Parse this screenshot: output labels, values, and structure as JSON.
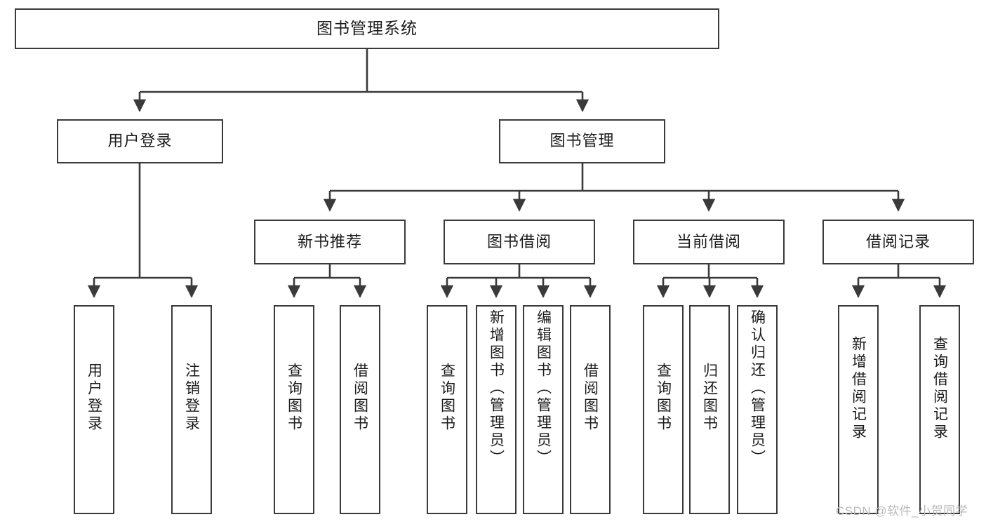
{
  "diagram": {
    "type": "tree-hierarchy-chart",
    "title": "图书管理系统",
    "line_color": "#3a3a3a",
    "box_fill": "#ffffff",
    "text_color": "#1b1b1b",
    "levels": [
      {
        "level": 1,
        "nodes": [
          {
            "id": "root",
            "label": "图书管理系统",
            "orientation": "horizontal"
          }
        ]
      },
      {
        "level": 2,
        "nodes": [
          {
            "id": "user-login",
            "label": "用户登录",
            "orientation": "horizontal"
          },
          {
            "id": "book-manage",
            "label": "图书管理",
            "orientation": "horizontal"
          }
        ]
      },
      {
        "level": 3,
        "nodes": [
          {
            "id": "new-book-rec",
            "label": "新书推荐",
            "orientation": "horizontal"
          },
          {
            "id": "book-borrow",
            "label": "图书借阅",
            "orientation": "horizontal"
          },
          {
            "id": "current-borrow",
            "label": "当前借阅",
            "orientation": "horizontal"
          },
          {
            "id": "borrow-record",
            "label": "借阅记录",
            "orientation": "horizontal"
          }
        ]
      },
      {
        "level": 4,
        "nodes": [
          {
            "id": "leaf-user-login",
            "label": "用户登录",
            "orientation": "vertical",
            "parent": "user-login"
          },
          {
            "id": "leaf-logout",
            "label": "注销登录",
            "orientation": "vertical",
            "parent": "user-login"
          },
          {
            "id": "leaf-query-book-1",
            "label": "查询图书",
            "orientation": "vertical",
            "parent": "new-book-rec"
          },
          {
            "id": "leaf-borrow-book-1",
            "label": "借阅图书",
            "orientation": "vertical",
            "parent": "new-book-rec"
          },
          {
            "id": "leaf-query-book-2",
            "label": "查询图书",
            "orientation": "vertical",
            "parent": "book-borrow"
          },
          {
            "id": "leaf-add-book",
            "label": "新增图书（管理员）",
            "orientation": "vertical",
            "parent": "book-borrow"
          },
          {
            "id": "leaf-edit-book",
            "label": "编辑图书（管理员）",
            "orientation": "vertical",
            "parent": "book-borrow"
          },
          {
            "id": "leaf-borrow-book-2",
            "label": "借阅图书",
            "orientation": "vertical",
            "parent": "book-borrow"
          },
          {
            "id": "leaf-query-book-3",
            "label": "查询图书",
            "orientation": "vertical",
            "parent": "current-borrow"
          },
          {
            "id": "leaf-return-book",
            "label": "归还图书",
            "orientation": "vertical",
            "parent": "current-borrow"
          },
          {
            "id": "leaf-confirm-return",
            "label": "确认归还（管理员）",
            "orientation": "vertical",
            "parent": "current-borrow"
          },
          {
            "id": "leaf-add-record",
            "label": "新增借阅记录",
            "orientation": "vertical",
            "parent": "borrow-record"
          },
          {
            "id": "leaf-query-record",
            "label": "查询借阅记录",
            "orientation": "vertical",
            "parent": "borrow-record"
          }
        ]
      }
    ]
  },
  "watermark": {
    "text": "CSDN @软件_小贺同学"
  }
}
